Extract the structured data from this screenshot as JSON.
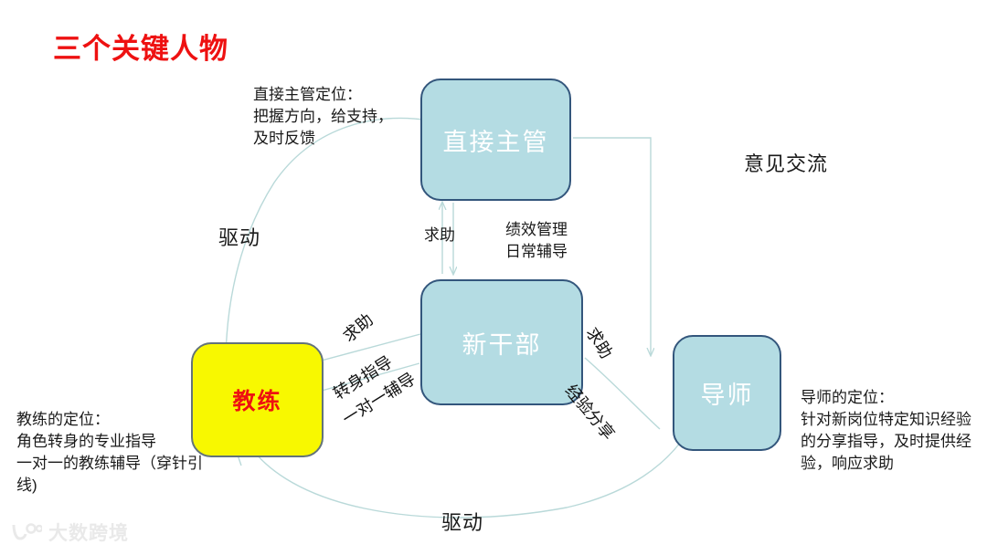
{
  "title": "三个关键人物",
  "colors": {
    "title_red": "#ee1111",
    "node_fill_blue": "#b4dce3",
    "node_border_blue": "#33567c",
    "node_fill_yellow": "#f8f800",
    "node_text_yellow_box": "#ee1111",
    "connector_line": "#b9d9d9",
    "watermark": "#e8e8e8"
  },
  "nodes": {
    "supervisor": "直接主管",
    "new_cadre": "新干部",
    "coach": "教练",
    "mentor": "导师"
  },
  "descriptions": {
    "supervisor": "直接主管定位：\n把握方向，给支持，\n及时反馈",
    "coach": "教练的定位：\n角色转身的专业指导\n一对一的教练辅导（穿针引线)",
    "mentor": "导师的定位：\n针对新岗位特定知识经验的分享指导，及时提供经验，响应求助"
  },
  "edge_labels": {
    "help_middle": "求助",
    "performance": "绩效管理\n日常辅导",
    "drive_left": "驱动",
    "drive_bottom": "驱动",
    "exchange": "意见交流",
    "help_left": "求助",
    "guide_left": "转身指导",
    "one_to_one": "一对一辅导",
    "help_right": "求助",
    "experience_share": "经验分享"
  },
  "watermark": {
    "text": "大数跨境",
    "logo": "eyes-logo-icon"
  }
}
